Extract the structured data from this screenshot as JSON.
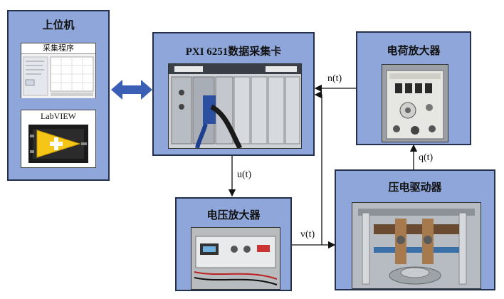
{
  "blocks": {
    "host": {
      "title": "上位机",
      "program_label": "采集程序",
      "labview_label": "LabVIEW"
    },
    "daq": {
      "title": "PXI 6251数据采集卡"
    },
    "charge_amp": {
      "title": "电荷放大器"
    },
    "piezo_driver": {
      "title": "压电驱动器"
    },
    "voltage_amp": {
      "title": "电压放大器"
    }
  },
  "signals": {
    "u": "u(t)",
    "n": "n(t)",
    "q": "q(t)",
    "v": "v(t)"
  },
  "colors": {
    "block_fill": "#8ea6da",
    "block_border": "#23314f",
    "link_arrow": "#3b5fb5",
    "labview_yellow": "#f5c518"
  }
}
